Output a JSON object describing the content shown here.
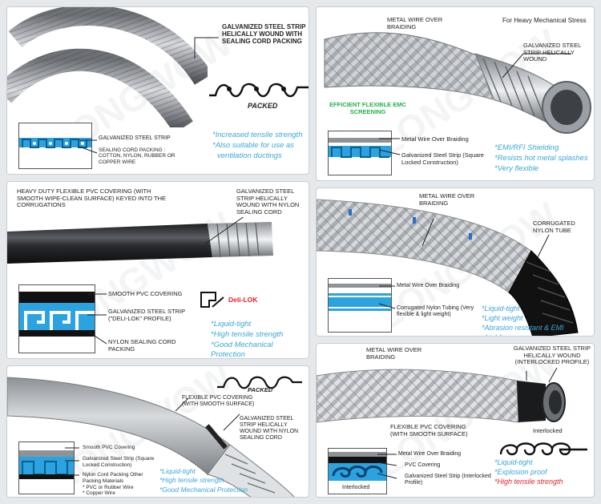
{
  "panel1": {
    "strip_label": "GALVANIZED STEEL STRIP HELICALLY WOUND WITH SEALING CORD PACKING",
    "packed": "PACKED",
    "diag_strip": "GALVANIZED STEEL STRIP",
    "diag_cord": "SEALING CORD PACKING : COTTON, NYLON, RUBBER OR COPPER WIRE",
    "features": [
      "*Increased tensile strength",
      "*Also suitable for use as",
      "ventilation ductings"
    ]
  },
  "panel2": {
    "braid_label": "METAL WIRE OVER BRAIDING",
    "stress": "For Heavy Mechanical Stress",
    "strip_label": "GALVANIZED STEEL STRIP HELICALLY WOUND",
    "emc": "EFFICIENT FLEXIBLE EMC SCREENING",
    "diag_braid": "Metal Wire Over Braiding",
    "diag_strip": "Galvanized Steel Strip (Square Locked Construction)",
    "features": [
      "*EMI/RFI Shielding",
      "*Resists hot metal splashes",
      "*Very flexible"
    ]
  },
  "panel3": {
    "pvc_label": "HEAVY DUTY FLEXIBLE PVC COVERING (WITH SMOOTH WIPE-CLEAN SURFACE) KEYED INTO THE CORRUGATIONS",
    "strip_label": "GALVANIZED STEEL STRIP HELICALLY WOUND WITH NYLON SEALING CORD",
    "diag_pvc": "SMOOTH PVC COVERING",
    "diag_strip": "GALVANIZED STEEL STRIP (\"Deli-LOK\" PROFILE)",
    "diag_cord": "NYLON SEALING CORD PACKING",
    "delilok": "Deli-LOK",
    "features": [
      "*Liquid-tight",
      "*High tensile strength",
      "*Good Mechanical Protection"
    ]
  },
  "panel4": {
    "braid_label": "METAL WIRE OVER BRAIDING",
    "tube_label": "CORRUGATED NYLON TUBE",
    "diag_braid": "Metal Wire Over Braiding",
    "diag_tube": "Corrugated Nylon Tubing (Very flexible & light weight)",
    "features": [
      "*Liquid-tight",
      "*Light weight",
      "*Abrasion resistant & EMI shielding"
    ]
  },
  "panel5": {
    "packed": "PACKED",
    "pvc_label": "FLEXIBLE PVC COVERING (WITH SMOOTH SURFACE)",
    "strip_label": "GALVANIZED STEEL STRIP HELICALLY WOUND WITH NYLON SEALING CORD",
    "diag_pvc": "Smooth PVC Covering",
    "diag_strip": "Galvanized Steel Strip (Square Locked Construction)",
    "diag_cord": "Nylon Cord Packing Other Packing Materials",
    "diag_cord2": "* PVC or Rubber Wire",
    "diag_cord3": "* Copper Wire",
    "features": [
      "*Liquid-tight",
      "*High tensile strength",
      "*Good Mechanical Protection"
    ]
  },
  "panel6": {
    "braid_label": "METAL WIRE OVER BRAIDING",
    "strip_label": "GALVANIZED STEEL STRIP HELICALLY WOUND (INTERLOCKED PROFILE)",
    "pvc_label": "FLEXIBLE PVC COVERING (WITH SMOOTH SURFACE)",
    "interlocked": "Interlocked",
    "diag_braid": "Metal Wire Over Braiding",
    "diag_pvc": "PVC Covering",
    "diag_strip": "Galvanized Steel Strip (Interlocked Profile)",
    "diag_interlocked": "Interlocked",
    "features": [
      "*Liquid-tight",
      "*Explosion proof"
    ],
    "feature_red": "*High tensile strength"
  },
  "watermark": "LONGWOW",
  "colors": {
    "accent_blue": "#3aa6d8",
    "profile_blue": "#2aa3e0",
    "red": "#e0232a",
    "green": "#1fb24a"
  }
}
